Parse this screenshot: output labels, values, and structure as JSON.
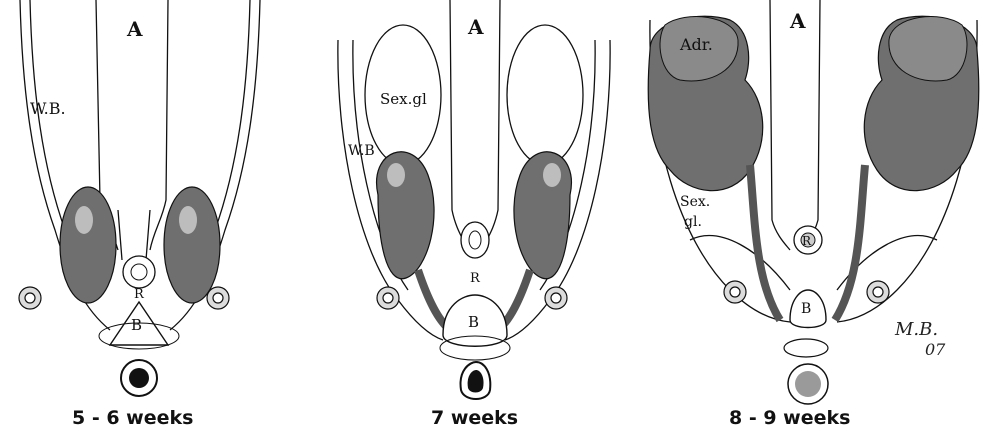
{
  "figures": [
    {
      "stage": "5-6 weeks",
      "labels": {
        "aorta": "A",
        "wolffian_body": "W.B.",
        "rectum": "R",
        "bladder": "B"
      },
      "caption": "5 - 6 weeks"
    },
    {
      "stage": "7 weeks",
      "labels": {
        "aorta": "A",
        "sex_gland": "Sex.gl",
        "wolffian_body": "W.B",
        "rectum": "R",
        "bladder": "B"
      },
      "caption": "7 weeks"
    },
    {
      "stage": "8-9 weeks",
      "labels": {
        "aorta": "A",
        "adrenal": "Adr.",
        "sex_gland_1": "Sex.",
        "sex_gland_2": "gl.",
        "rectum": "R",
        "bladder": "B"
      },
      "caption": "8 - 9 weeks",
      "signature_1": "M.B.",
      "signature_2": "07"
    }
  ],
  "colors": {
    "ink": "#111111",
    "kidney_fill": "#6f6f6f",
    "kidney_highlight": "#bdbdbd",
    "background": "#ffffff"
  }
}
